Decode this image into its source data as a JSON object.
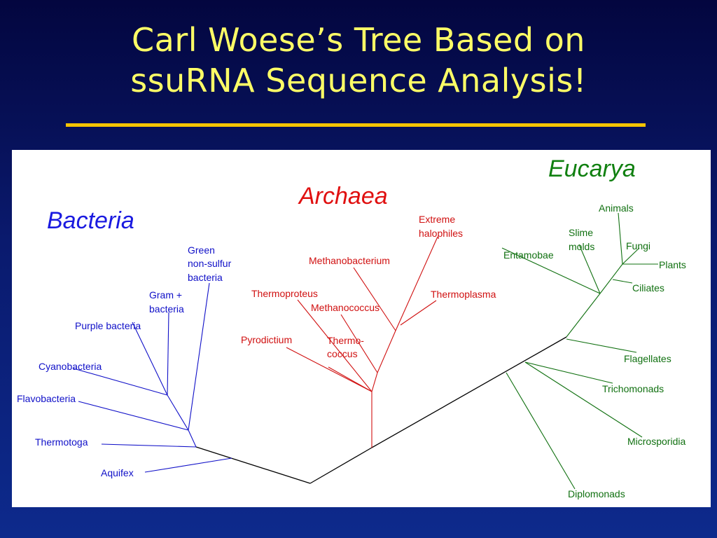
{
  "slide": {
    "title_line1": "Carl Woese’s Tree Based on",
    "title_line2": "ssuRNA Sequence Analysis!",
    "title_color": "#ffff66",
    "rule_color": "#f5c400"
  },
  "tree": {
    "colors": {
      "bacteria": "#1010c8",
      "archaea": "#d01010",
      "eucarya": "#107010",
      "root": "#000000"
    },
    "domains": {
      "bacteria": "Bacteria",
      "archaea": "Archaea",
      "eucarya": "Eucarya"
    },
    "bacteria": {
      "green_nonsulfur_1": "Green",
      "green_nonsulfur_2": "non-sulfur",
      "green_nonsulfur_3": "bacteria",
      "gram_plus_1": "Gram +",
      "gram_plus_2": "bacteria",
      "purple": "Purple bacteria",
      "cyano": "Cyanobacteria",
      "flavo": "Flavobacteria",
      "thermotoga": "Thermotoga",
      "aquifex": "Aquifex"
    },
    "archaea": {
      "halophiles_1": "Extreme",
      "halophiles_2": "halophiles",
      "methanobacterium": "Methanobacterium",
      "thermoproteus": "Thermoproteus",
      "methanococcus": "Methanococcus",
      "thermoplasma": "Thermoplasma",
      "pyrodictium": "Pyrodictium",
      "thermococcus_1": "Thermo-",
      "thermococcus_2": "coccus"
    },
    "eucarya": {
      "animals": "Animals",
      "slime_1": "Slime",
      "slime_2": "molds",
      "fungi": "Fungi",
      "entamoebae": "Entamobae",
      "plants": "Plants",
      "ciliates": "Ciliates",
      "flagellates": "Flagellates",
      "trichomonads": "Trichomonads",
      "microsporidia": "Microsporidia",
      "diplomonads": "Diplomonads"
    }
  }
}
